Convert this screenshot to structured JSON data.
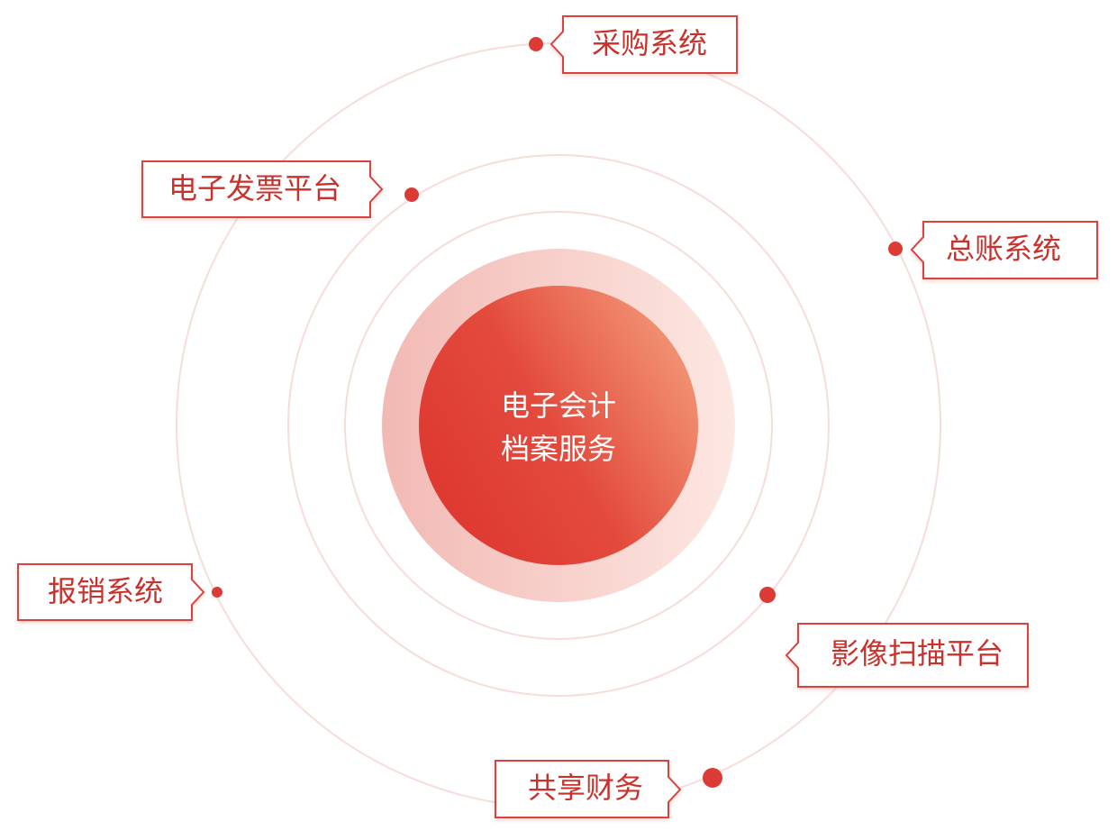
{
  "center": {
    "lines": [
      "电子会计",
      "档案服务"
    ]
  },
  "nodes": [
    {
      "id": "purchase",
      "label": "采购系统"
    },
    {
      "id": "invoice",
      "label": "电子发票平台"
    },
    {
      "id": "ledger",
      "label": "总账系统"
    },
    {
      "id": "expense",
      "label": "报销系统"
    },
    {
      "id": "scan",
      "label": "影像扫描平台"
    },
    {
      "id": "shared",
      "label": "共享财务"
    }
  ],
  "colors": {
    "accent": "#dc3b35",
    "ring": "#f7dcd9",
    "halo": "#f4c1bc",
    "core_start": "#de3a32",
    "core_end": "#f09070"
  }
}
